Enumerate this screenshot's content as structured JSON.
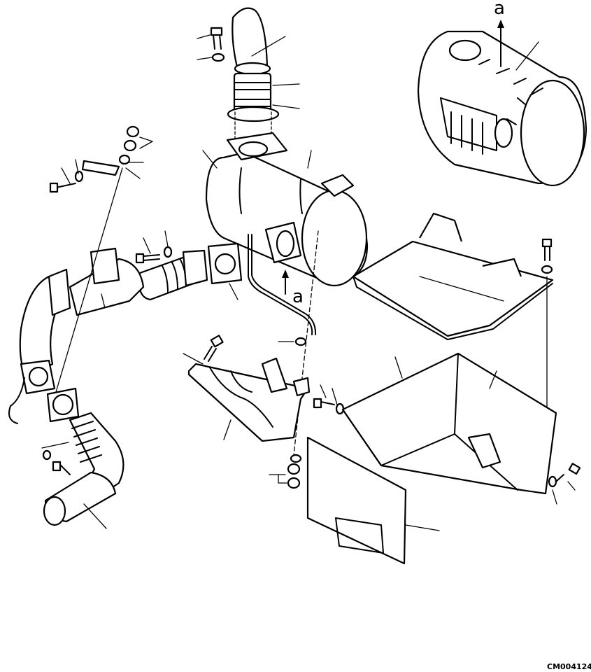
{
  "view_labels": {
    "top": "a",
    "middle": "a"
  },
  "drawing_code": "CM004124"
}
